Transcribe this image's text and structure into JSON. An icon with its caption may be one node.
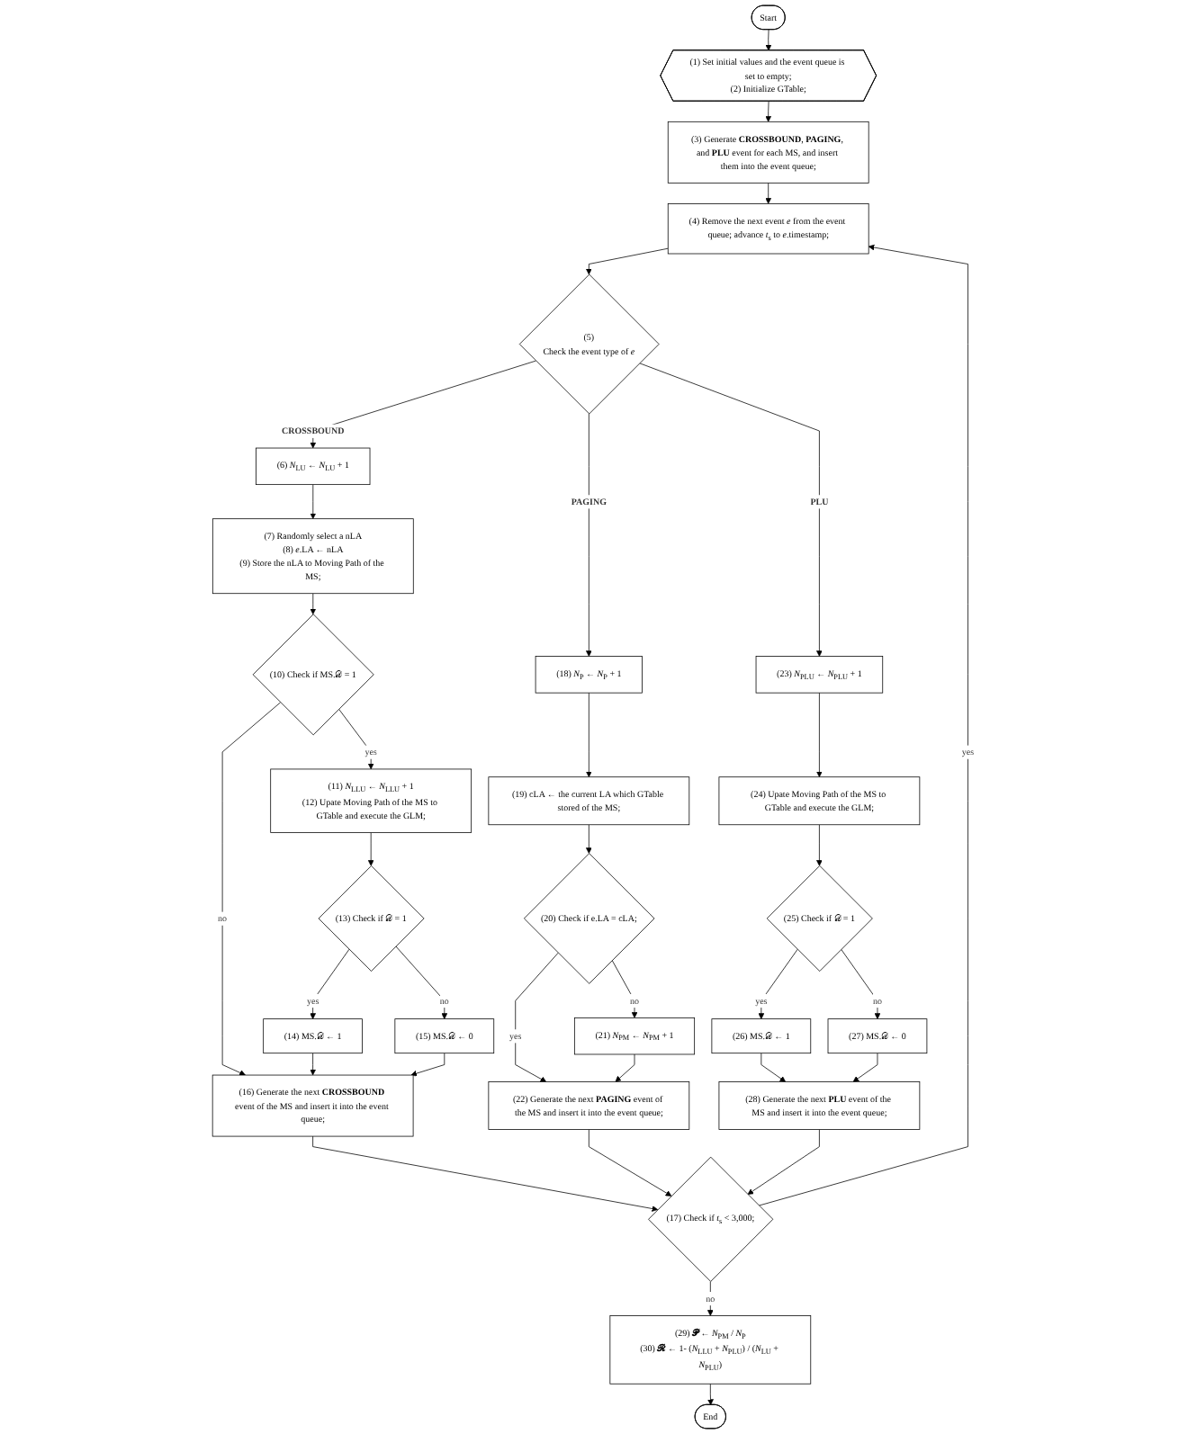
{
  "diagram": {
    "nodes": [
      {
        "text": [
          "Start"
        ]
      },
      {
        "text": [
          "(1) Set initial values and the event queue is set to empty;",
          "(2) Initialize GTable;"
        ]
      },
      {
        "text": [
          "(3) Generate **CROSSBOUND**, **PAGING**, and **PLU** event for each MS, and insert them into the event queue;"
        ]
      },
      {
        "text": [
          "(4) Remove the next event *e* from the event queue; advance *t*$_{s}$ to *e*.timestamp;"
        ]
      },
      {
        "text": [
          "(5)",
          "Check the event type of *e*"
        ]
      },
      {
        "text": [
          "(6) *N*$_{LU}$ ← *N*$_{LU}$ + 1"
        ]
      },
      {
        "text": [
          "(7) Randomly select a nLA",
          "(8) *e*.LA ← nLA",
          "(9) Store the nLA to Moving Path of the MS;"
        ]
      },
      {
        "text": [
          "(10) Check if MS.𝒟 = 1"
        ]
      },
      {
        "text": [
          "(11) *N*$_{LLU}$ ← *N*$_{LLU}$ + 1",
          "(12) Upate Moving Path of the MS to GTable and execute the GLM;"
        ]
      },
      {
        "text": [
          "(13) Check if 𝒟 = 1"
        ]
      },
      {
        "text": [
          "(14) MS.𝒟 ← 1"
        ]
      },
      {
        "text": [
          "(15) MS.𝒟 ← 0"
        ]
      },
      {
        "text": [
          "(16) Generate the next **CROSSBOUND** event of the MS and insert it into the event queue;"
        ]
      },
      {
        "text": [
          "(18) *N*$_{P}$ ← *N*$_{P}$ + 1"
        ]
      },
      {
        "text": [
          "(19) cLA ← the current LA which GTable stored of the MS;"
        ]
      },
      {
        "text": [
          "(20) Check if e.LA = cLA;"
        ]
      },
      {
        "text": [
          "(21) *N*$_{PM}$ ← *N*$_{PM}$ + 1"
        ]
      },
      {
        "text": [
          "(22) Generate the next **PAGING** event of the MS and insert it into the event queue;"
        ]
      },
      {
        "text": [
          "(23) *N*$_{PLU}$ ← *N*$_{PLU}$ + 1"
        ]
      },
      {
        "text": [
          "(24) Upate Moving Path of the MS to GTable and execute the GLM;"
        ]
      },
      {
        "text": [
          "(25) Check if 𝒟 = 1"
        ]
      },
      {
        "text": [
          "(26) MS.𝒟 ← 1"
        ]
      },
      {
        "text": [
          "(27) MS.𝒟 ← 0"
        ]
      },
      {
        "text": [
          "(28) Generate the next **PLU** event of the MS and insert it into the event queue;"
        ]
      },
      {
        "text": [
          "(17) Check if *t*$_{s}$ < 3,000;"
        ]
      },
      {
        "text": [
          "(29) **𝓟** ← *N*$_{PM}$ / *N*$_{P}$",
          "(30) **𝓡** ← 1- (*N*$_{LLU}$ + *N*$_{PLU}$) / (*N*$_{LU}$ + *N*$_{PLU}$)"
        ]
      },
      {
        "text": [
          "End"
        ]
      }
    ],
    "edges": [
      {
        "from": 0,
        "to": 1,
        "arrow": "to"
      },
      {
        "from": 1,
        "to": 2,
        "arrow": "to"
      },
      {
        "from": 2,
        "to": 3,
        "arrow": "to"
      },
      {
        "from": 3,
        "to": 4,
        "arrow": "to"
      },
      {
        "from": 4,
        "to": 5,
        "arrow": "to",
        "label": "CROSSBOUND"
      },
      {
        "from": 4,
        "to": 13,
        "arrow": "to",
        "label": "PAGING"
      },
      {
        "from": 4,
        "to": 18,
        "arrow": "to",
        "label": "PLU"
      },
      {
        "from": 5,
        "to": 6,
        "arrow": "to"
      },
      {
        "from": 6,
        "to": 7,
        "arrow": "to"
      },
      {
        "from": 7,
        "to": 8,
        "arrow": "to",
        "label": "yes"
      },
      {
        "from": 7,
        "to": 12,
        "arrow": "to",
        "label": "no"
      },
      {
        "from": 8,
        "to": 9,
        "arrow": "to"
      },
      {
        "from": 9,
        "to": 10,
        "arrow": "to",
        "label": "yes"
      },
      {
        "from": 9,
        "to": 11,
        "arrow": "to",
        "label": "no"
      },
      {
        "from": 10,
        "to": 12,
        "arrow": "to"
      },
      {
        "from": 11,
        "to": 12,
        "arrow": "to"
      },
      {
        "from": 13,
        "to": 14,
        "arrow": "to"
      },
      {
        "from": 14,
        "to": 15,
        "arrow": "to"
      },
      {
        "from": 15,
        "to": 16,
        "arrow": "to",
        "label": "no"
      },
      {
        "from": 15,
        "to": 17,
        "arrow": "to",
        "label": "yes"
      },
      {
        "from": 16,
        "to": 17,
        "arrow": "to"
      },
      {
        "from": 18,
        "to": 19,
        "arrow": "to"
      },
      {
        "from": 19,
        "to": 20,
        "arrow": "to"
      },
      {
        "from": 20,
        "to": 21,
        "arrow": "to",
        "label": "yes"
      },
      {
        "from": 20,
        "to": 22,
        "arrow": "to",
        "label": "no"
      },
      {
        "from": 21,
        "to": 23,
        "arrow": "to"
      },
      {
        "from": 22,
        "to": 23,
        "arrow": "to"
      },
      {
        "from": 12,
        "to": 24,
        "arrow": "to"
      },
      {
        "from": 17,
        "to": 24,
        "arrow": "to"
      },
      {
        "from": 23,
        "to": 24,
        "arrow": "to"
      },
      {
        "from": 24,
        "to": 3,
        "arrow": "to",
        "label": "yes"
      },
      {
        "from": 24,
        "to": 25,
        "arrow": "to",
        "label": "no"
      },
      {
        "from": 25,
        "to": 26,
        "arrow": "to"
      }
    ]
  }
}
